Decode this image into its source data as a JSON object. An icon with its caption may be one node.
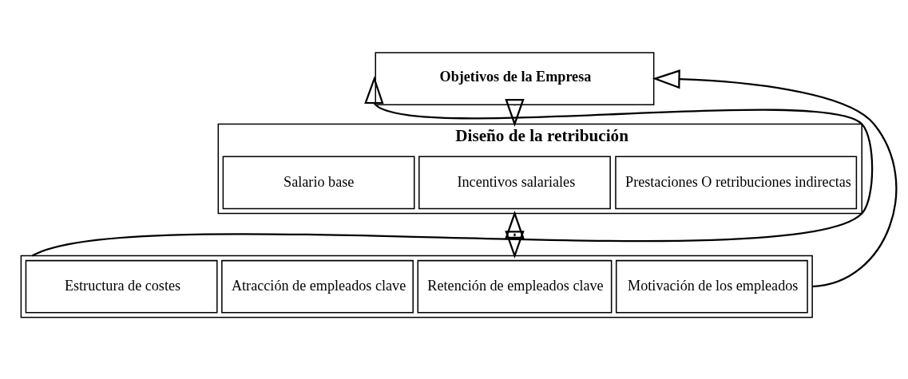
{
  "diagram": {
    "nodes": [
      {
        "text": [
          "Objetivos de la Empresa"
        ]
      },
      {
        "text": [
          "Diseño de la retribución"
        ]
      },
      {
        "text": [
          "Salario base"
        ],
        "in": 1
      },
      {
        "text": [
          "Incentivos salariales"
        ],
        "in": 1
      },
      {
        "text": [
          "Prestaciones O retribuciones indirectas"
        ],
        "in": 1
      },
      {
        "text": [],
        "shape": "box"
      },
      {
        "text": [
          "Estructura de costes"
        ],
        "in": 5
      },
      {
        "text": [
          "Atracción de empleados clave"
        ],
        "in": 5
      },
      {
        "text": [
          "Retención de empleados clave"
        ],
        "in": 5
      },
      {
        "text": [
          "Motivación de los empleados"
        ],
        "in": 5
      }
    ],
    "edges": [
      {
        "from": 0,
        "to": 1,
        "arrow": "to"
      },
      {
        "from": 1,
        "to": 5,
        "arrow": "both"
      },
      {
        "from": 5,
        "to": 0,
        "arrow": "to"
      },
      {
        "from": 5,
        "to": 0,
        "arrow": "to"
      }
    ]
  }
}
